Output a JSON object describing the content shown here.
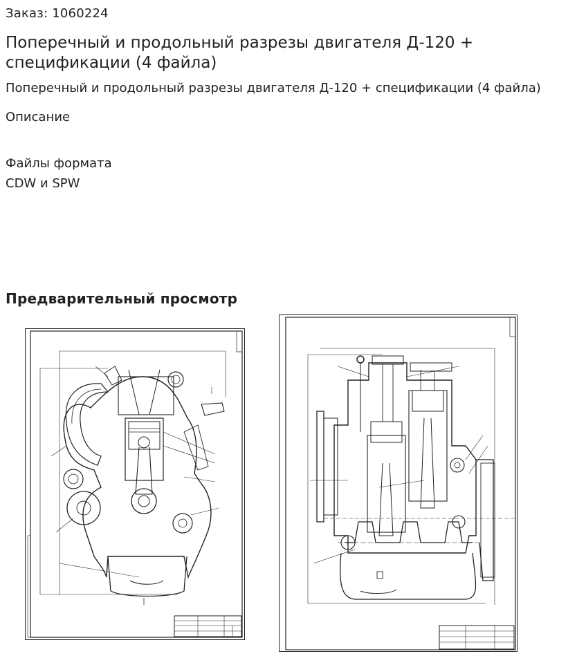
{
  "order": {
    "label": "Заказ:",
    "number": "1060224"
  },
  "title": "Поперечный и продольный разрезы двигателя Д-120 + спецификации (4 файла)",
  "subtitle": "Поперечный и продольный разрезы двигателя Д-120 + спецификации (4 файла)",
  "description": {
    "heading": "Описание",
    "lines": [
      "Файлы формата",
      "CDW и SPW"
    ]
  },
  "preview": {
    "heading": "Предварительный просмотр",
    "images": [
      {
        "name": "cross-section-drawing"
      },
      {
        "name": "longitudinal-section-drawing"
      }
    ]
  }
}
